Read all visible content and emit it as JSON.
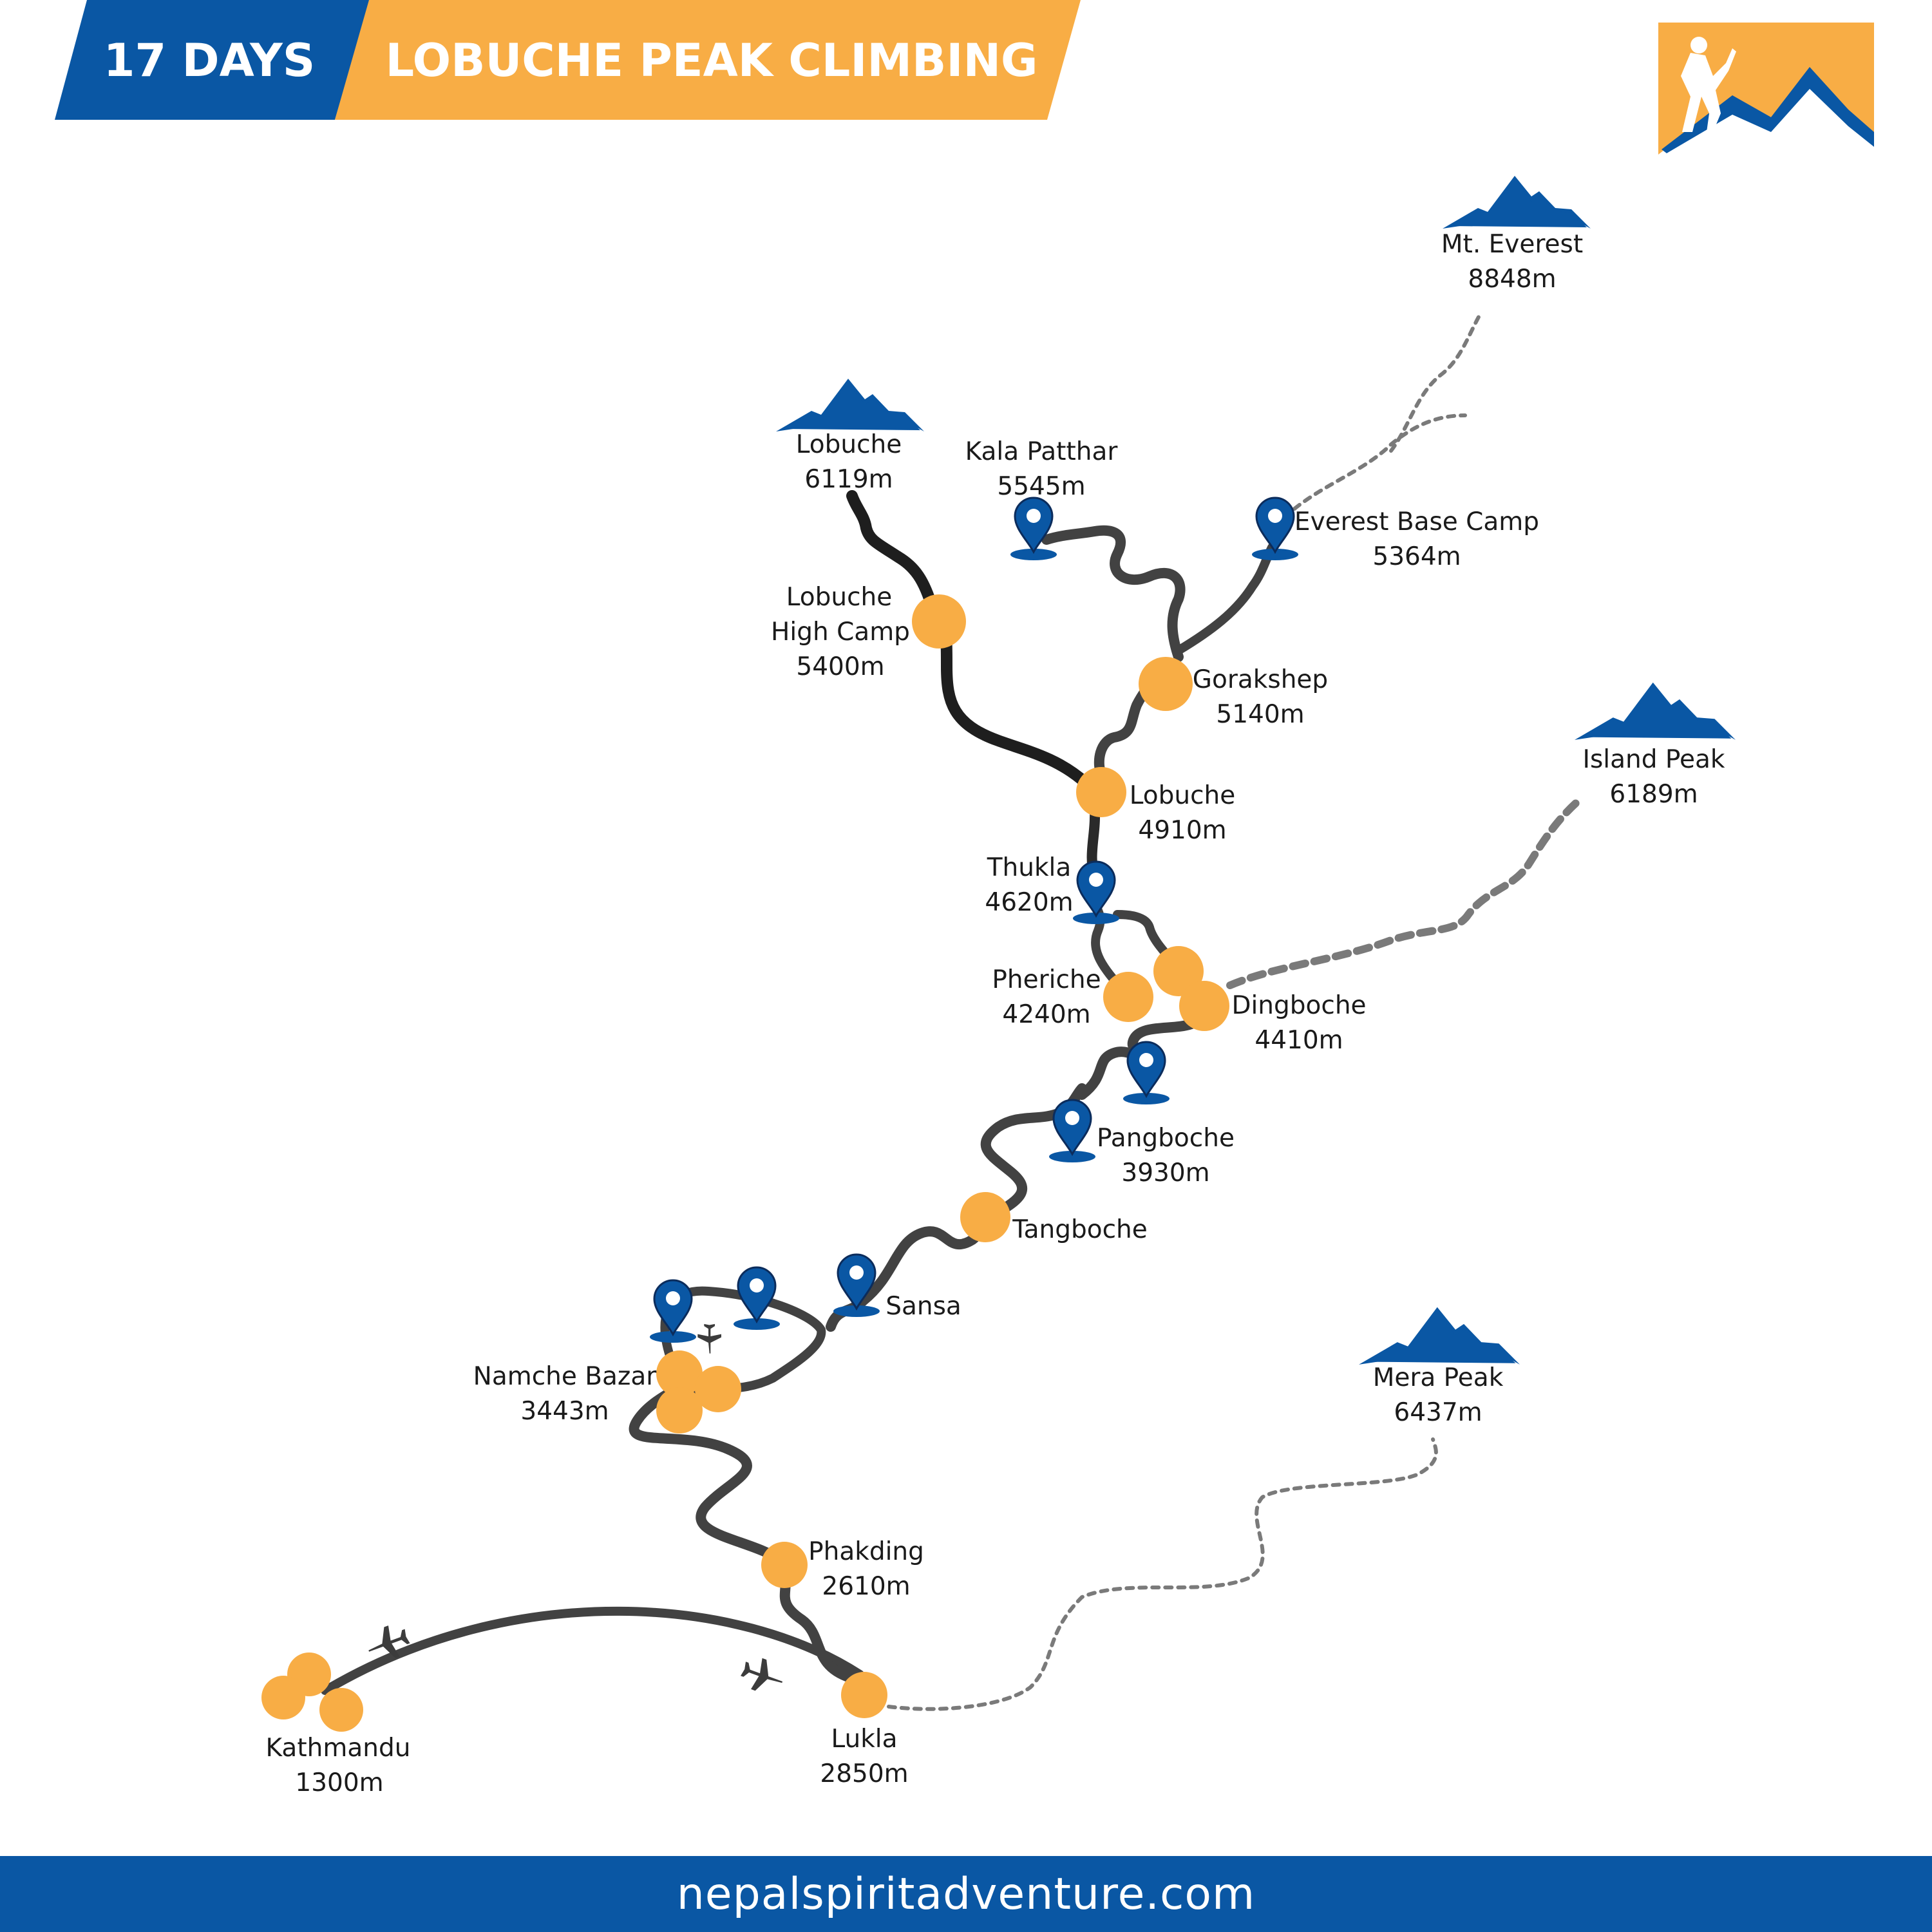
{
  "header": {
    "days_label": "17 DAYS",
    "title": "LOBUCHE PEAK CLIMBING",
    "colors": {
      "blue": "#0a57a4",
      "orange": "#f8ad45"
    }
  },
  "logo": {
    "icon": "climber-mountain-logo-icon"
  },
  "peaks": {
    "everest": {
      "name": "Mt. Everest",
      "alt": "8848m"
    },
    "lobuche": {
      "name": "Lobuche",
      "alt": "6119m"
    },
    "island": {
      "name": "Island Peak",
      "alt": "6189m"
    },
    "mera": {
      "name": "Mera Peak",
      "alt": "6437m"
    }
  },
  "stops": {
    "lobuche_high_camp": {
      "line1": "Lobuche",
      "line2": "High Camp",
      "alt": "5400m"
    },
    "kala_patthar": {
      "name": "Kala Patthar",
      "alt": "5545m"
    },
    "ebc": {
      "name": "Everest Base Camp",
      "alt": "5364m"
    },
    "gorakshep": {
      "name": "Gorakshep",
      "alt": "5140m"
    },
    "lobuche_village": {
      "name": "Lobuche",
      "alt": "4910m"
    },
    "thukla": {
      "name": "Thukla",
      "alt": "4620m"
    },
    "pheriche": {
      "name": "Pheriche",
      "alt": "4240m"
    },
    "dingboche": {
      "name": "Dingboche",
      "alt": "4410m"
    },
    "pangboche": {
      "name": "Pangboche",
      "alt": "3930m"
    },
    "tangboche": {
      "name": "Tangboche"
    },
    "sansa": {
      "name": "Sansa"
    },
    "namche": {
      "name": "Namche Bazar",
      "alt": "3443m"
    },
    "phakding": {
      "name": "Phakding",
      "alt": "2610m"
    },
    "lukla": {
      "name": "Lukla",
      "alt": "2850m"
    },
    "kathmandu": {
      "name": "Kathmandu",
      "alt": "1300m"
    }
  },
  "icons": {
    "stop_marker": "orange-dot-icon",
    "waypoint": "map-pin-icon",
    "peak": "mountain-icon",
    "flight": "airplane-icon"
  },
  "footer": {
    "url": "nepalspiritadventure.com",
    "color": "#0a57a4"
  }
}
